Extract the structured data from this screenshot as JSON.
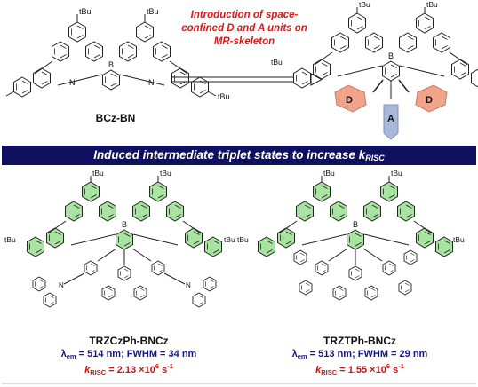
{
  "header": {
    "start_molecule": "BCz-BN",
    "arrow_text": "Introduction of space-confined D and A units on MR-skeleton",
    "donor_label": "D",
    "acceptor_label": "A",
    "tbu_label": "tBu"
  },
  "banner": {
    "text": "Induced intermediate triplet states to increase k",
    "subscript": "RISC"
  },
  "molecules": [
    {
      "name": "TRZCzPh-BNCz",
      "lambda_em": "514 nm",
      "fwhm": "34 nm",
      "k_risc_mantissa": "2.13",
      "k_risc_exponent": "6",
      "k_risc_unit": "s",
      "k_risc_unit_exp": "-1"
    },
    {
      "name": "TRZTPh-BNCz",
      "lambda_em": "513 nm",
      "fwhm": "29 nm",
      "k_risc_mantissa": "1.55",
      "k_risc_exponent": "6",
      "k_risc_unit": "s",
      "k_risc_unit_exp": "-1"
    }
  ],
  "atom_labels": {
    "boron": "B",
    "nitrogen": "N"
  },
  "colors": {
    "banner_bg": "#101060",
    "arrow_text": "#d51a1a",
    "donor_fill": "#f1a48c",
    "acceptor_fill": "#a9b9db",
    "skeleton_fill": "#a9e3a1",
    "property_text": "#16168c",
    "rate_text": "#cc1111"
  }
}
